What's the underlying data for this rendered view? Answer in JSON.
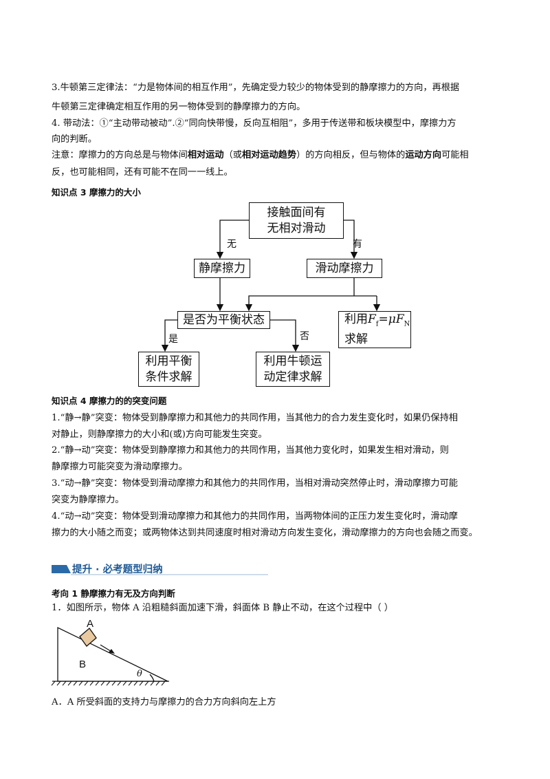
{
  "rule3": {
    "line1": "3.牛顿第三定律法：“力是物体间的相互作用”，先确定受力较少的物体受到的静摩擦力的方向，再根据",
    "line2": "牛顿第三定律确定相互作用的另一物体受到的静摩擦力的方向。"
  },
  "rule4": {
    "line1": "4. 带动法：①“主动带动被动”.②“同向快带慢，反向互相阻”，多用于传送带和板块模型中，摩擦力方",
    "line2": "向的判断。"
  },
  "note": {
    "p1": "注意：摩擦力的方向总是与物体间",
    "b1": "相对运动",
    "p2": "（或",
    "b2": "相对运动趋势",
    "p3": "）的方向相反，但与物体的",
    "b3": "运动方向",
    "p4": "可能相",
    "line2": "反，也可能相同，还有可能不在同一一线上。"
  },
  "kp3_title": "知识点 3  摩擦力的大小",
  "flowchart": {
    "root_line1": "接触面间有",
    "root_line2": "无相对滑动",
    "label_no": "无",
    "label_yes": "有",
    "static": "静摩擦力",
    "sliding": "滑动摩擦力",
    "balance": "是否为平衡状态",
    "formula_prefix": "利用",
    "formula_f": "F",
    "formula_fsub": "f",
    "formula_eq": "=",
    "formula_mu": "μ",
    "formula_n": "F",
    "formula_nsub": "N",
    "formula_line2": "求解",
    "label_shi": "是",
    "label_fou": "否",
    "eq_line1": "利用平衡",
    "eq_line2": "条件求解",
    "newton_line1": "利用牛顿运",
    "newton_line2": "动定律求解"
  },
  "kp4_title": "知识点 4  摩擦力的的突变问题",
  "kp4": {
    "i1_l1": "1.“静→静”突变：物体受到静摩擦力和其他力的共同作用，当其他力的合力发生变化时，如果仍保持相",
    "i1_l2": "对静止，则静摩擦力的大小和(或)方向可能发生突变。",
    "i2_l1": " 2.“静→动”突变：物体受到静摩擦力和其他力的共同作用，当其他力变化时，如果发生相对滑动，则",
    "i2_l2": "静摩擦力可能突变为滑动摩擦力。",
    "i3_l1": "3.“动→静”突变：物体受到滑动摩擦力和其他力的共同作用，当相对滑动突然停止时，滑动摩擦力可能",
    "i3_l2": "突变为静摩擦力。",
    "i4_l1": "4.“动→动”突变：物体受到滑动摩擦力和其他力的共同作用，当两物体间的正压力发生变化时，滑动摩",
    "i4_l2": "擦力的大小随之而变；或两物体达到共同速度时相对滑动方向发生变化，滑动摩擦力的方向也会随之而变。"
  },
  "banner_title": "提升 · 必考题型归纳",
  "kx1_title": "考向 1  静摩擦力有无及方向判断",
  "q1": "1．如图所示，物体 A 沿粗糙斜面加速下滑，斜面体 B 静止不动，在这个过程中（       ）",
  "figure": {
    "label_a": "A",
    "label_b": "B",
    "label_theta": "θ"
  },
  "option_a": "A．A 所受斜面的支持力与摩擦力的合力方向斜向左上方",
  "colors": {
    "banner": "#2a6aa8",
    "banner_text": "#1f5a96"
  }
}
